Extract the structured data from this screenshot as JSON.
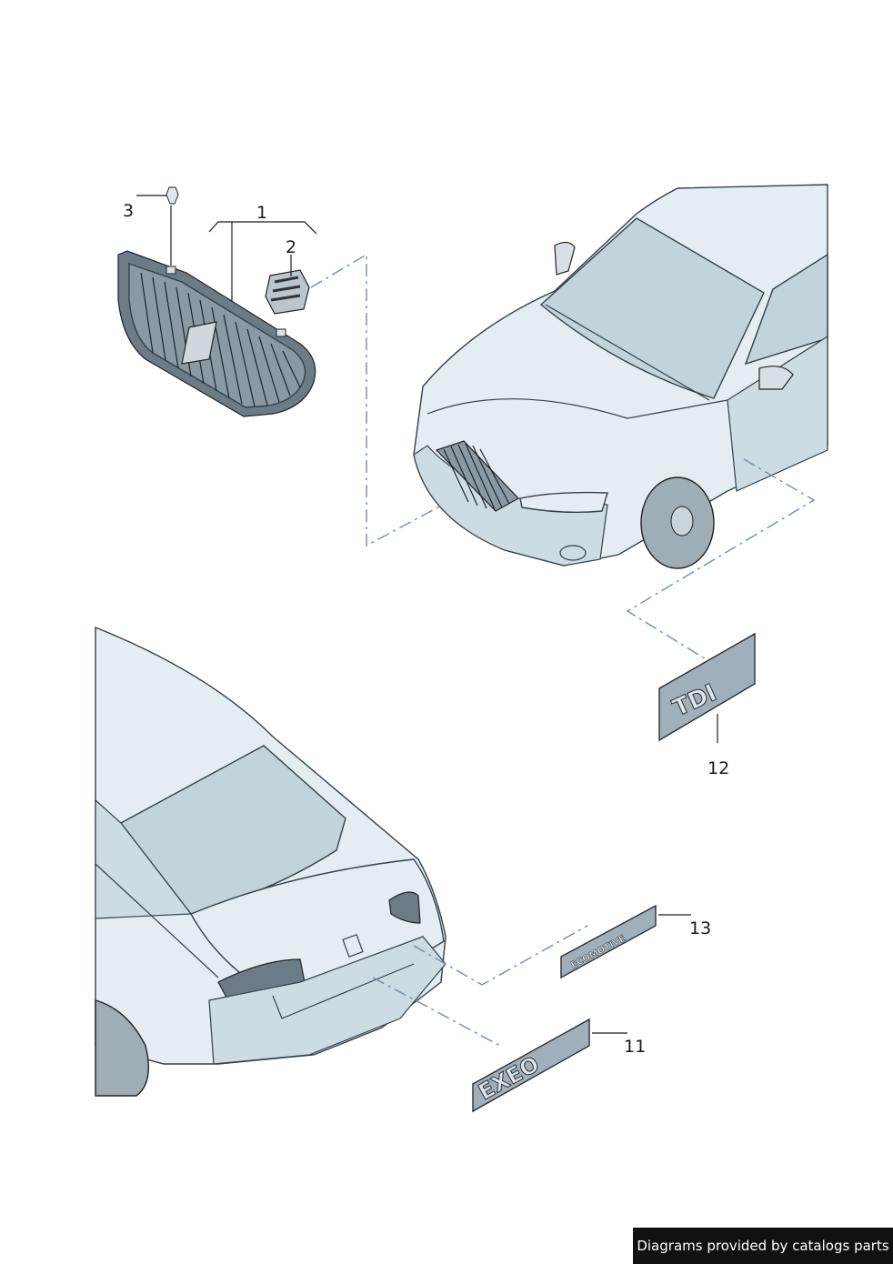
{
  "callouts": {
    "c1": "1",
    "c2": "2",
    "c3": "3",
    "c11": "11",
    "c12": "12",
    "c13": "13"
  },
  "badges": {
    "tdi": "TDI",
    "exeo": "EXEO",
    "ecomotive": "ECOMOTIVE"
  },
  "footer": {
    "text": "Diagrams provided by catalogs parts"
  }
}
